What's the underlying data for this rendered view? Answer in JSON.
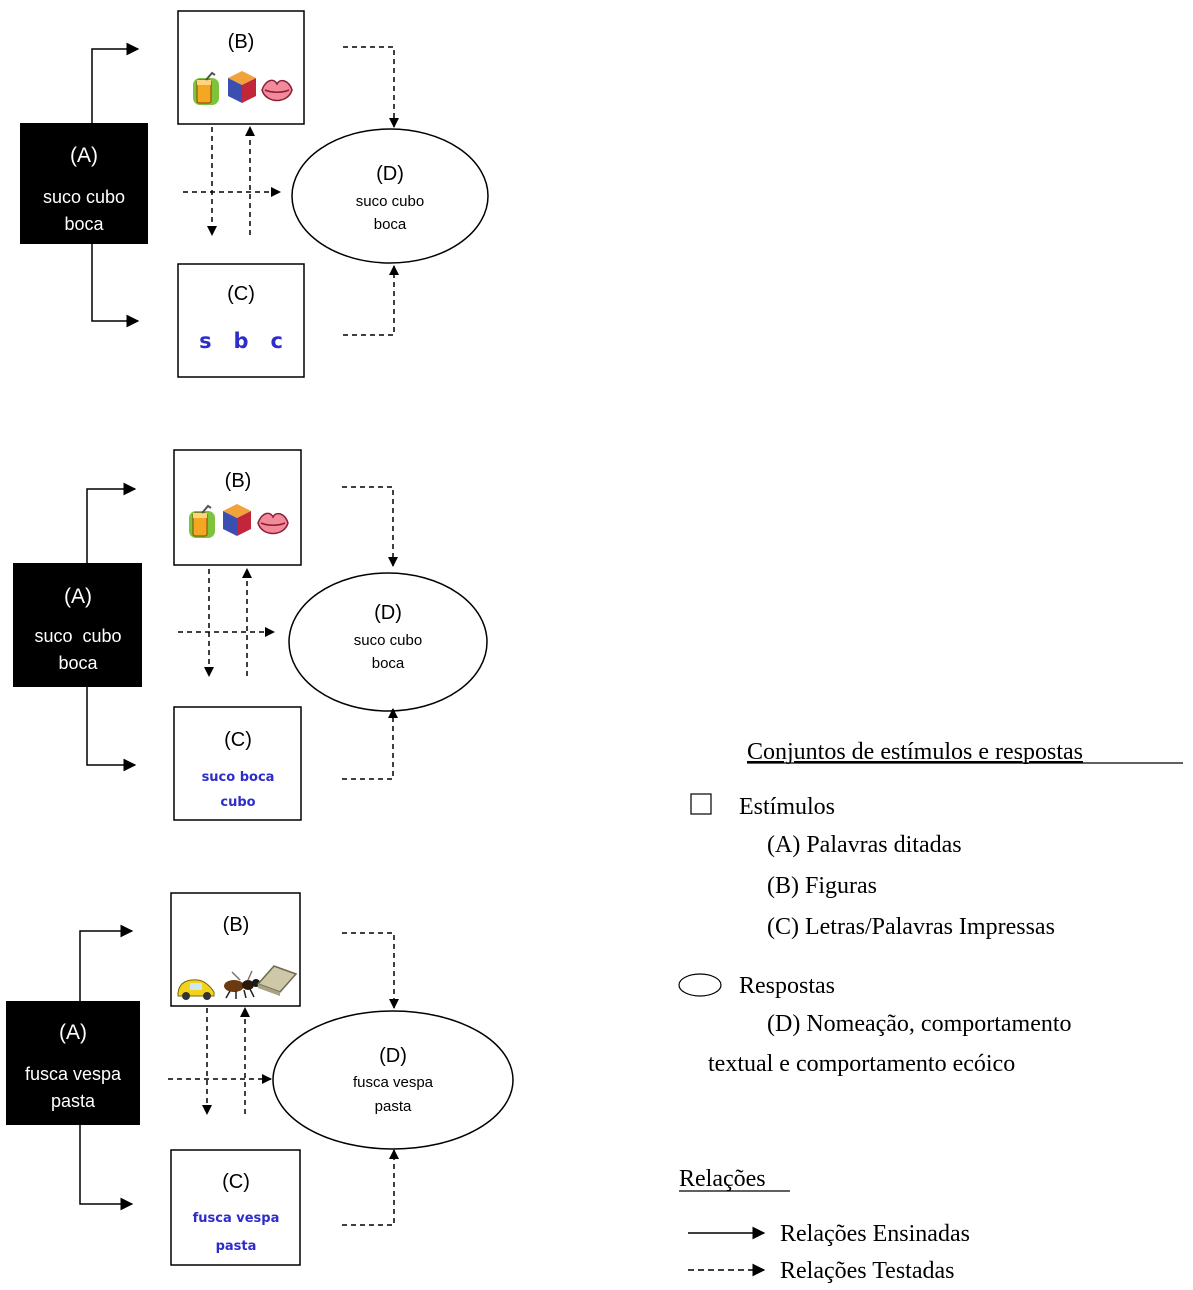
{
  "panels": [
    {
      "a_label": "(A)",
      "a_words_line1": "suco cubo",
      "a_words_line2": "boca",
      "b_label": "(B)",
      "b_pictures": [
        "juice-icon",
        "cube-icon",
        "mouth-icon"
      ],
      "c_label": "(C)",
      "c_text_line1": "s   b   c",
      "c_text_line2": "",
      "d_label": "(D)",
      "d_words_line1": "suco cubo",
      "d_words_line2": "boca"
    },
    {
      "a_label": "(A)",
      "a_words_line1": "suco  cubo",
      "a_words_line2": "boca",
      "b_label": "(B)",
      "b_pictures": [
        "juice-icon",
        "cube-icon",
        "mouth-icon"
      ],
      "c_label": "(C)",
      "c_text_line1": "suco boca",
      "c_text_line2": "cubo",
      "d_label": "(D)",
      "d_words_line1": "suco cubo",
      "d_words_line2": "boca"
    },
    {
      "a_label": "(A)",
      "a_words_line1": "fusca vespa",
      "a_words_line2": "pasta",
      "b_label": "(B)",
      "b_pictures": [
        "car-icon",
        "wasp-icon",
        "folder-icon"
      ],
      "c_label": "(C)",
      "c_text_line1": "fusca vespa",
      "c_text_line2": "pasta",
      "d_label": "(D)",
      "d_words_line1": "fusca vespa",
      "d_words_line2": "pasta"
    }
  ],
  "legend": {
    "sets_title": "Conjuntos de estímulos e respostas",
    "stimuli_label": "Estímulos",
    "stimuli_items": [
      "(A) Palavras ditadas",
      "(B) Figuras",
      "(C) Letras/Palavras Impressas"
    ],
    "responses_label": "Respostas",
    "responses_line1": "(D) Nomeação, comportamento",
    "responses_line2": "textual e comportamento ecóico",
    "relations_title": "Relações",
    "taught_label": "Relações Ensinadas",
    "tested_label": "Relações Testadas"
  },
  "colors": {
    "a_box_fill": "#000000",
    "a_box_text": "#ffffff",
    "printed_word_color": "#2d2dcc",
    "line_color": "#000000"
  }
}
